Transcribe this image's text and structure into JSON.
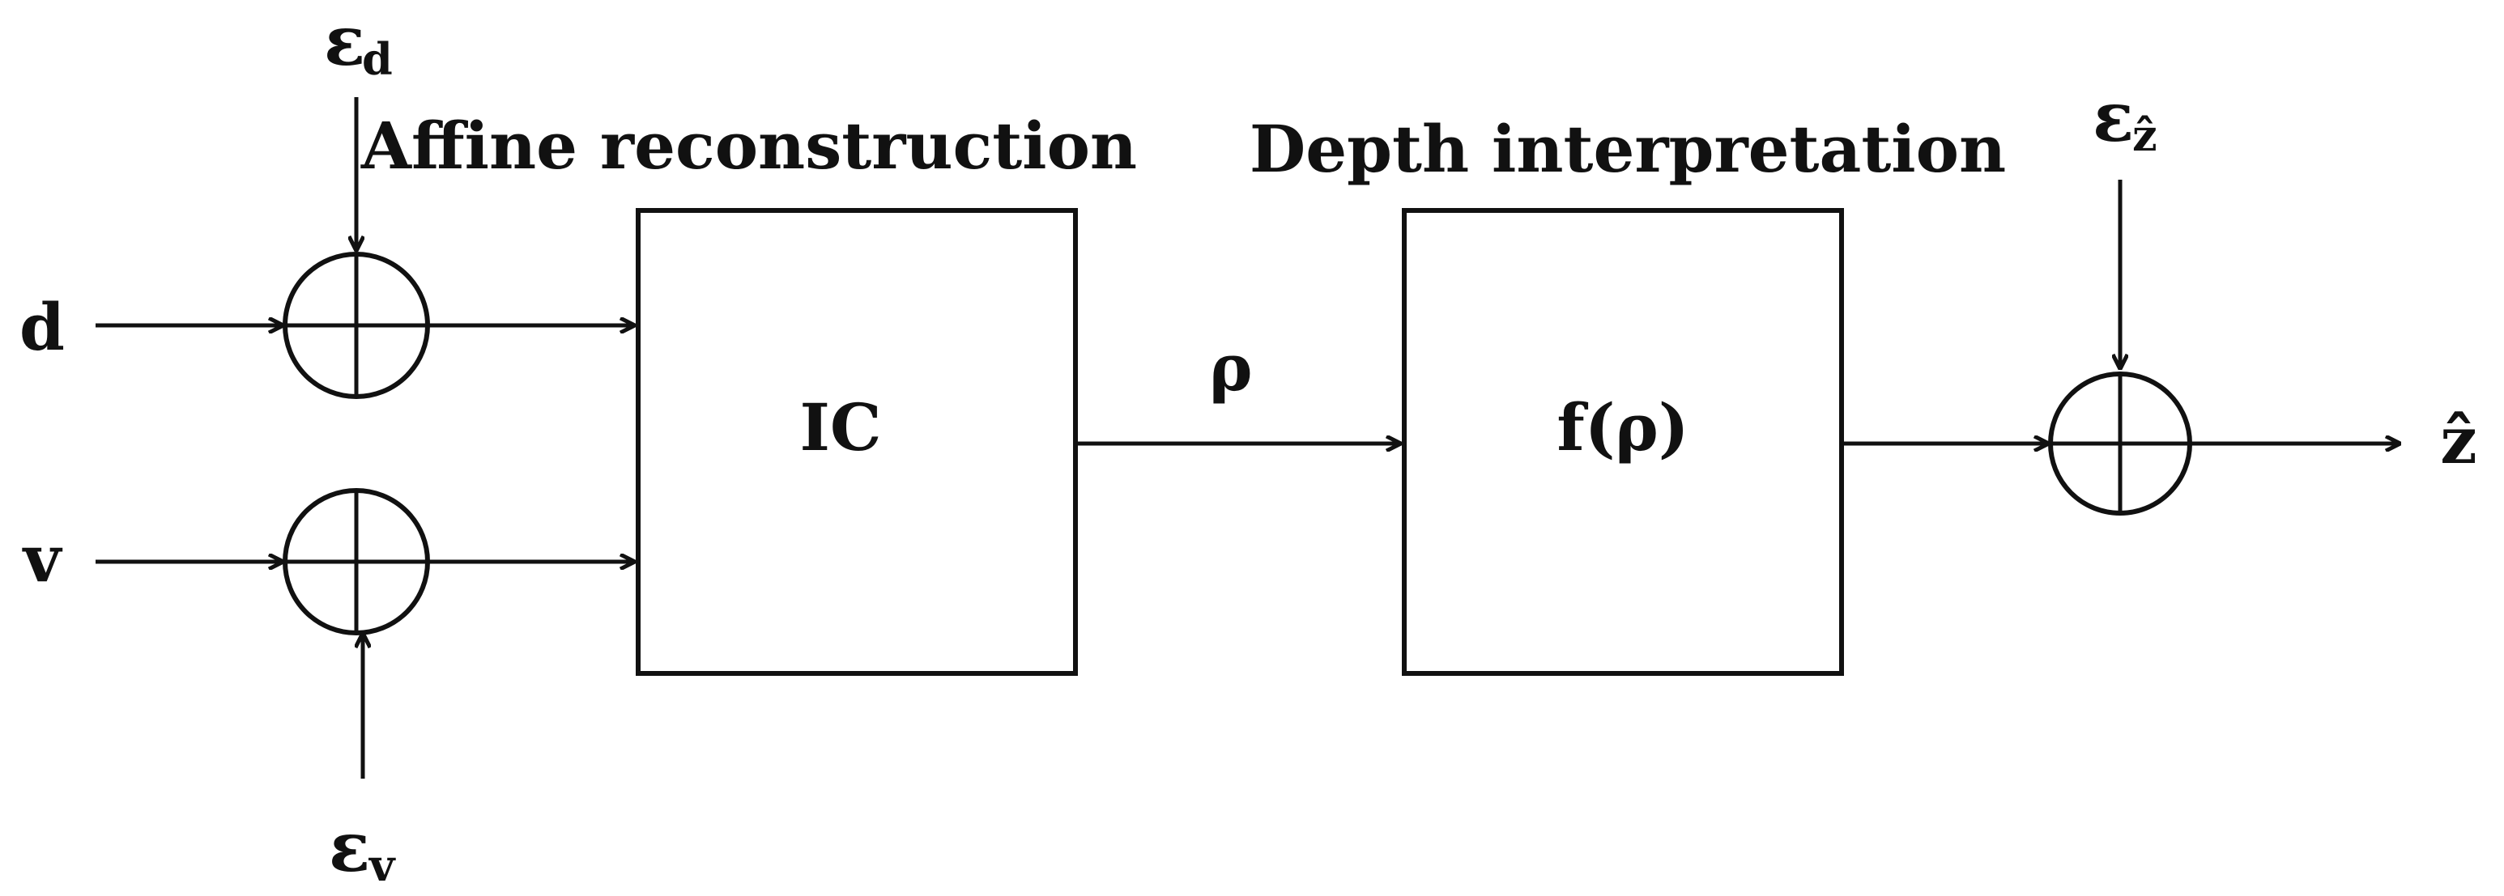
{
  "blocks": {
    "ic": {
      "heading": "Affine reconstruction",
      "label": "IC"
    },
    "f": {
      "heading": "Depth interpretation",
      "label": "f(ρ)"
    }
  },
  "inputs": {
    "d": "d",
    "v": "v"
  },
  "noise": {
    "d": {
      "base": "ε",
      "sub": "d"
    },
    "v": {
      "base": "ε",
      "sub": "v"
    },
    "z": {
      "base": "ε",
      "sub": "ẑ"
    }
  },
  "signals": {
    "rho": "ρ",
    "output": "ẑ"
  }
}
